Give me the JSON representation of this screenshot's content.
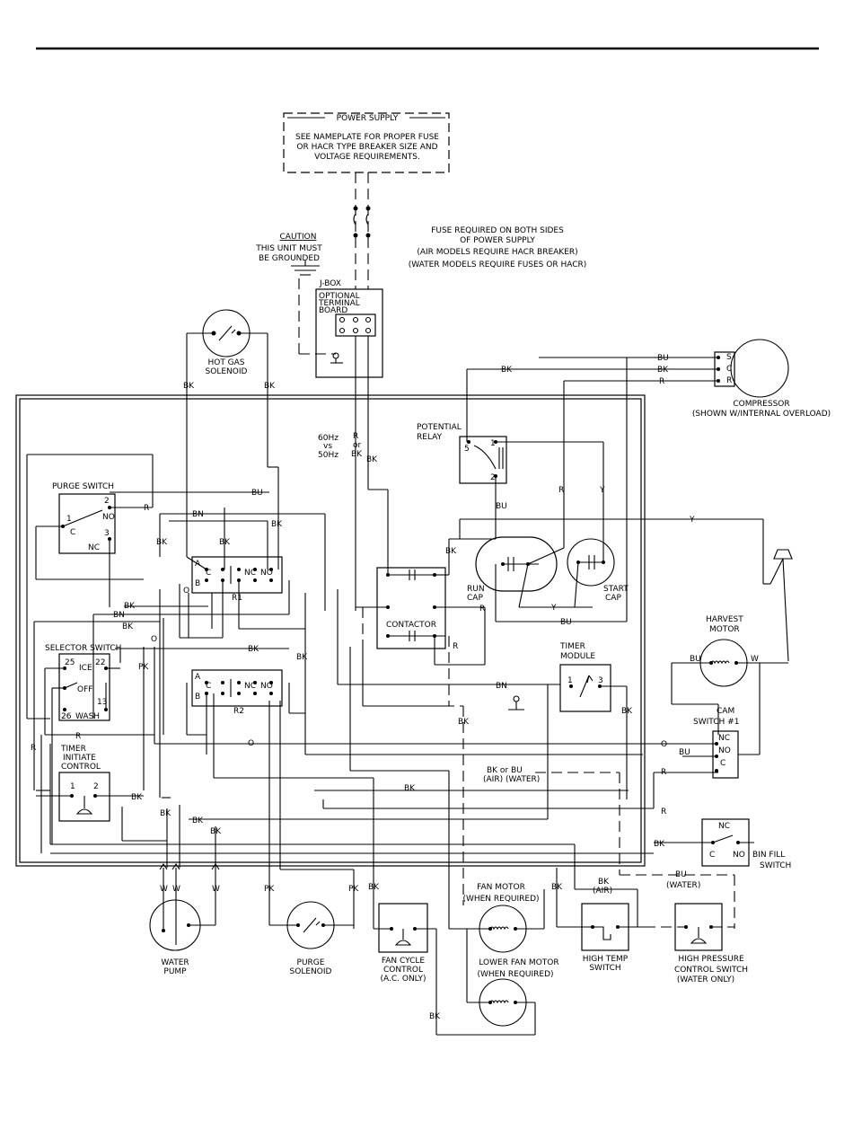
{
  "power_supply": {
    "title": "POWER SUPPLY",
    "note_lines": [
      "SEE NAMEPLATE FOR PROPER FUSE",
      "OR HACR TYPE BREAKER SIZE AND",
      "VOLTAGE REQUIREMENTS."
    ]
  },
  "fuse_note": [
    "FUSE REQUIRED ON BOTH SIDES",
    "OF POWER SUPPLY",
    "(AIR MODELS REQUIRE HACR BREAKER)",
    "(WATER MODELS REQUIRE FUSES OR HACR)"
  ],
  "caution": {
    "title": "CAUTION",
    "lines": [
      "THIS UNIT MUST",
      "BE GROUNDED"
    ]
  },
  "jbox": {
    "title": "J-BOX",
    "lines": [
      "OPTIONAL",
      "TERMINAL",
      "BOARD"
    ]
  },
  "hot_gas": [
    "HOT GAS",
    "SOLENOID"
  ],
  "compressor": {
    "label": "COMPRESSOR",
    "note": "(SHOWN W/INTERNAL OVERLOAD)",
    "terminals": [
      "S",
      "C",
      "R"
    ]
  },
  "potential_relay": {
    "lines": [
      "POTENTIAL",
      "RELAY"
    ],
    "pins": [
      "5",
      "1",
      "2"
    ]
  },
  "freq": [
    "60Hz",
    "vs",
    "50Hz"
  ],
  "freq_wire": [
    "R",
    "or",
    "BK"
  ],
  "purge_switch": {
    "title": "PURGE SWITCH",
    "pins": [
      "2",
      "NO",
      "1",
      "C",
      "3",
      "NC"
    ]
  },
  "relay_r1": {
    "label": "R1",
    "pins": [
      "A",
      "C",
      "B",
      "NC",
      "NO"
    ]
  },
  "relay_r2": {
    "label": "R2",
    "pins": [
      "A",
      "C",
      "B",
      "NC",
      "NO"
    ]
  },
  "run_cap": [
    "RUN",
    "CAP"
  ],
  "start_cap": [
    "START",
    "CAP"
  ],
  "contactor": "CONTACTOR",
  "selector_switch": {
    "title": "SELECTOR SWITCH",
    "pins": [
      "25",
      "ICE",
      "22",
      "OFF",
      "13",
      "26",
      "WASH"
    ]
  },
  "timer_initiate": {
    "lines": [
      "TIMER",
      "INITIATE",
      "CONTROL"
    ],
    "pins": [
      "1",
      "2"
    ]
  },
  "timer_module": {
    "lines": [
      "TIMER",
      "MODULE"
    ],
    "pins": [
      "1",
      "3"
    ]
  },
  "harvest_motor": [
    "HARVEST",
    "MOTOR"
  ],
  "cam_switch": {
    "lines": [
      "CAM",
      "SWITCH #1"
    ],
    "pins": [
      "NC",
      "NO",
      "C"
    ]
  },
  "bin_fill": {
    "lines": [
      "BIN FILL",
      "SWITCH"
    ],
    "pins": [
      "NC",
      "C",
      "NO"
    ]
  },
  "fan_motor": [
    "FAN MOTOR",
    "(WHEN REQUIRED)"
  ],
  "lower_fan_motor": [
    "LOWER FAN MOTOR",
    "(WHEN REQUIRED)"
  ],
  "water_pump": [
    "WATER",
    "PUMP"
  ],
  "purge_solenoid": [
    "PURGE",
    "SOLENOID"
  ],
  "fan_cycle": [
    "FAN CYCLE",
    "CONTROL",
    "(A.C. ONLY)"
  ],
  "high_temp": [
    "HIGH TEMP",
    "SWITCH"
  ],
  "high_pressure": [
    "HIGH PRESSURE",
    "CONTROL SWITCH",
    "(WATER ONLY)"
  ],
  "air_water_mid": [
    "BK or BU",
    "(AIR)  (WATER)"
  ],
  "bk_air": [
    "BK",
    "(AIR)"
  ],
  "bu_water": [
    "BU",
    "(WATER)"
  ],
  "wire_colors": {
    "bk": "BK",
    "bu": "BU",
    "bn": "BN",
    "r": "R",
    "y": "Y",
    "w": "W",
    "pk": "PK",
    "o": "O",
    "bu_alt": "BU"
  }
}
